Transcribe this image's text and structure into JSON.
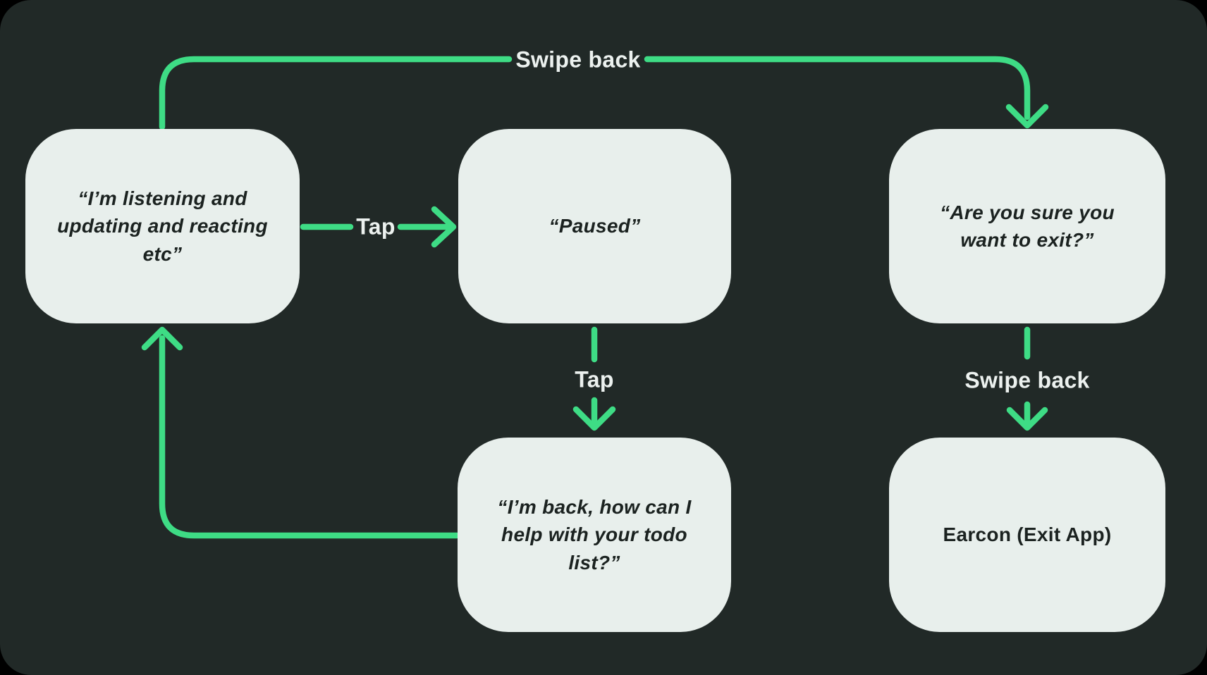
{
  "colors": {
    "canvas": "#000000",
    "panel": "#212927",
    "node_fill": "#e8efec",
    "node_text": "#1b2220",
    "arrow": "#3edc85",
    "label_text": "#ecf1ef"
  },
  "nodes": [
    {
      "id": "listening",
      "text": "“I’m listening and\nupdating and reacting\netc”"
    },
    {
      "id": "paused",
      "text": "“Paused”"
    },
    {
      "id": "exit-confirm",
      "text": "“Are you sure you\nwant to exit?”"
    },
    {
      "id": "back-helping",
      "text": "“I’m back, how can I\nhelp with your todo\nlist?”"
    },
    {
      "id": "earcon-exit",
      "text": "Earcon (Exit App)"
    }
  ],
  "edge_labels": {
    "swipe_back_top": "Swipe back",
    "tap_right": "Tap",
    "tap_down": "Tap",
    "swipe_back_down": "Swipe back"
  }
}
